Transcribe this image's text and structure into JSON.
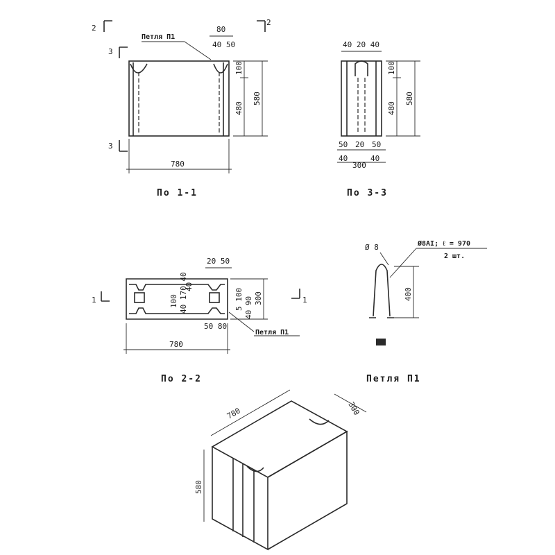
{
  "view_11": {
    "caption": "По 1-1",
    "loop_label": "Петля П1",
    "marks": [
      "2",
      "2",
      "3",
      "3"
    ],
    "dims": {
      "top": "80",
      "top_sub": "40 50",
      "h1": "100",
      "h2": "480",
      "h3": "580",
      "width": "780"
    }
  },
  "view_33": {
    "caption": "По 3-3",
    "dims": {
      "top": "40 20 40",
      "h1": "100",
      "h2": "480",
      "h3": "580",
      "b1": "50",
      "b2": "20",
      "b3": "50",
      "b4": "40",
      "b5": "300",
      "b6": "40"
    }
  },
  "view_22": {
    "caption": "По 2-2",
    "loop_label": "Петля П1",
    "marks": [
      "1",
      "1"
    ],
    "dims": {
      "top": "20 50",
      "v1": "40",
      "v2": "100",
      "v3": "40 170 40",
      "v4": "5 100",
      "v5": "300",
      "v6": "40 90",
      "b1": "50 80",
      "width": "780"
    }
  },
  "loop_detail": {
    "caption": "Петля П1",
    "spec": "Ø8AI; ℓ = 970",
    "count": "2 шт.",
    "diam": "Ø 8",
    "height": "400"
  },
  "isometric": {
    "dims": {
      "length": "780",
      "width": "300",
      "height": "580"
    }
  }
}
